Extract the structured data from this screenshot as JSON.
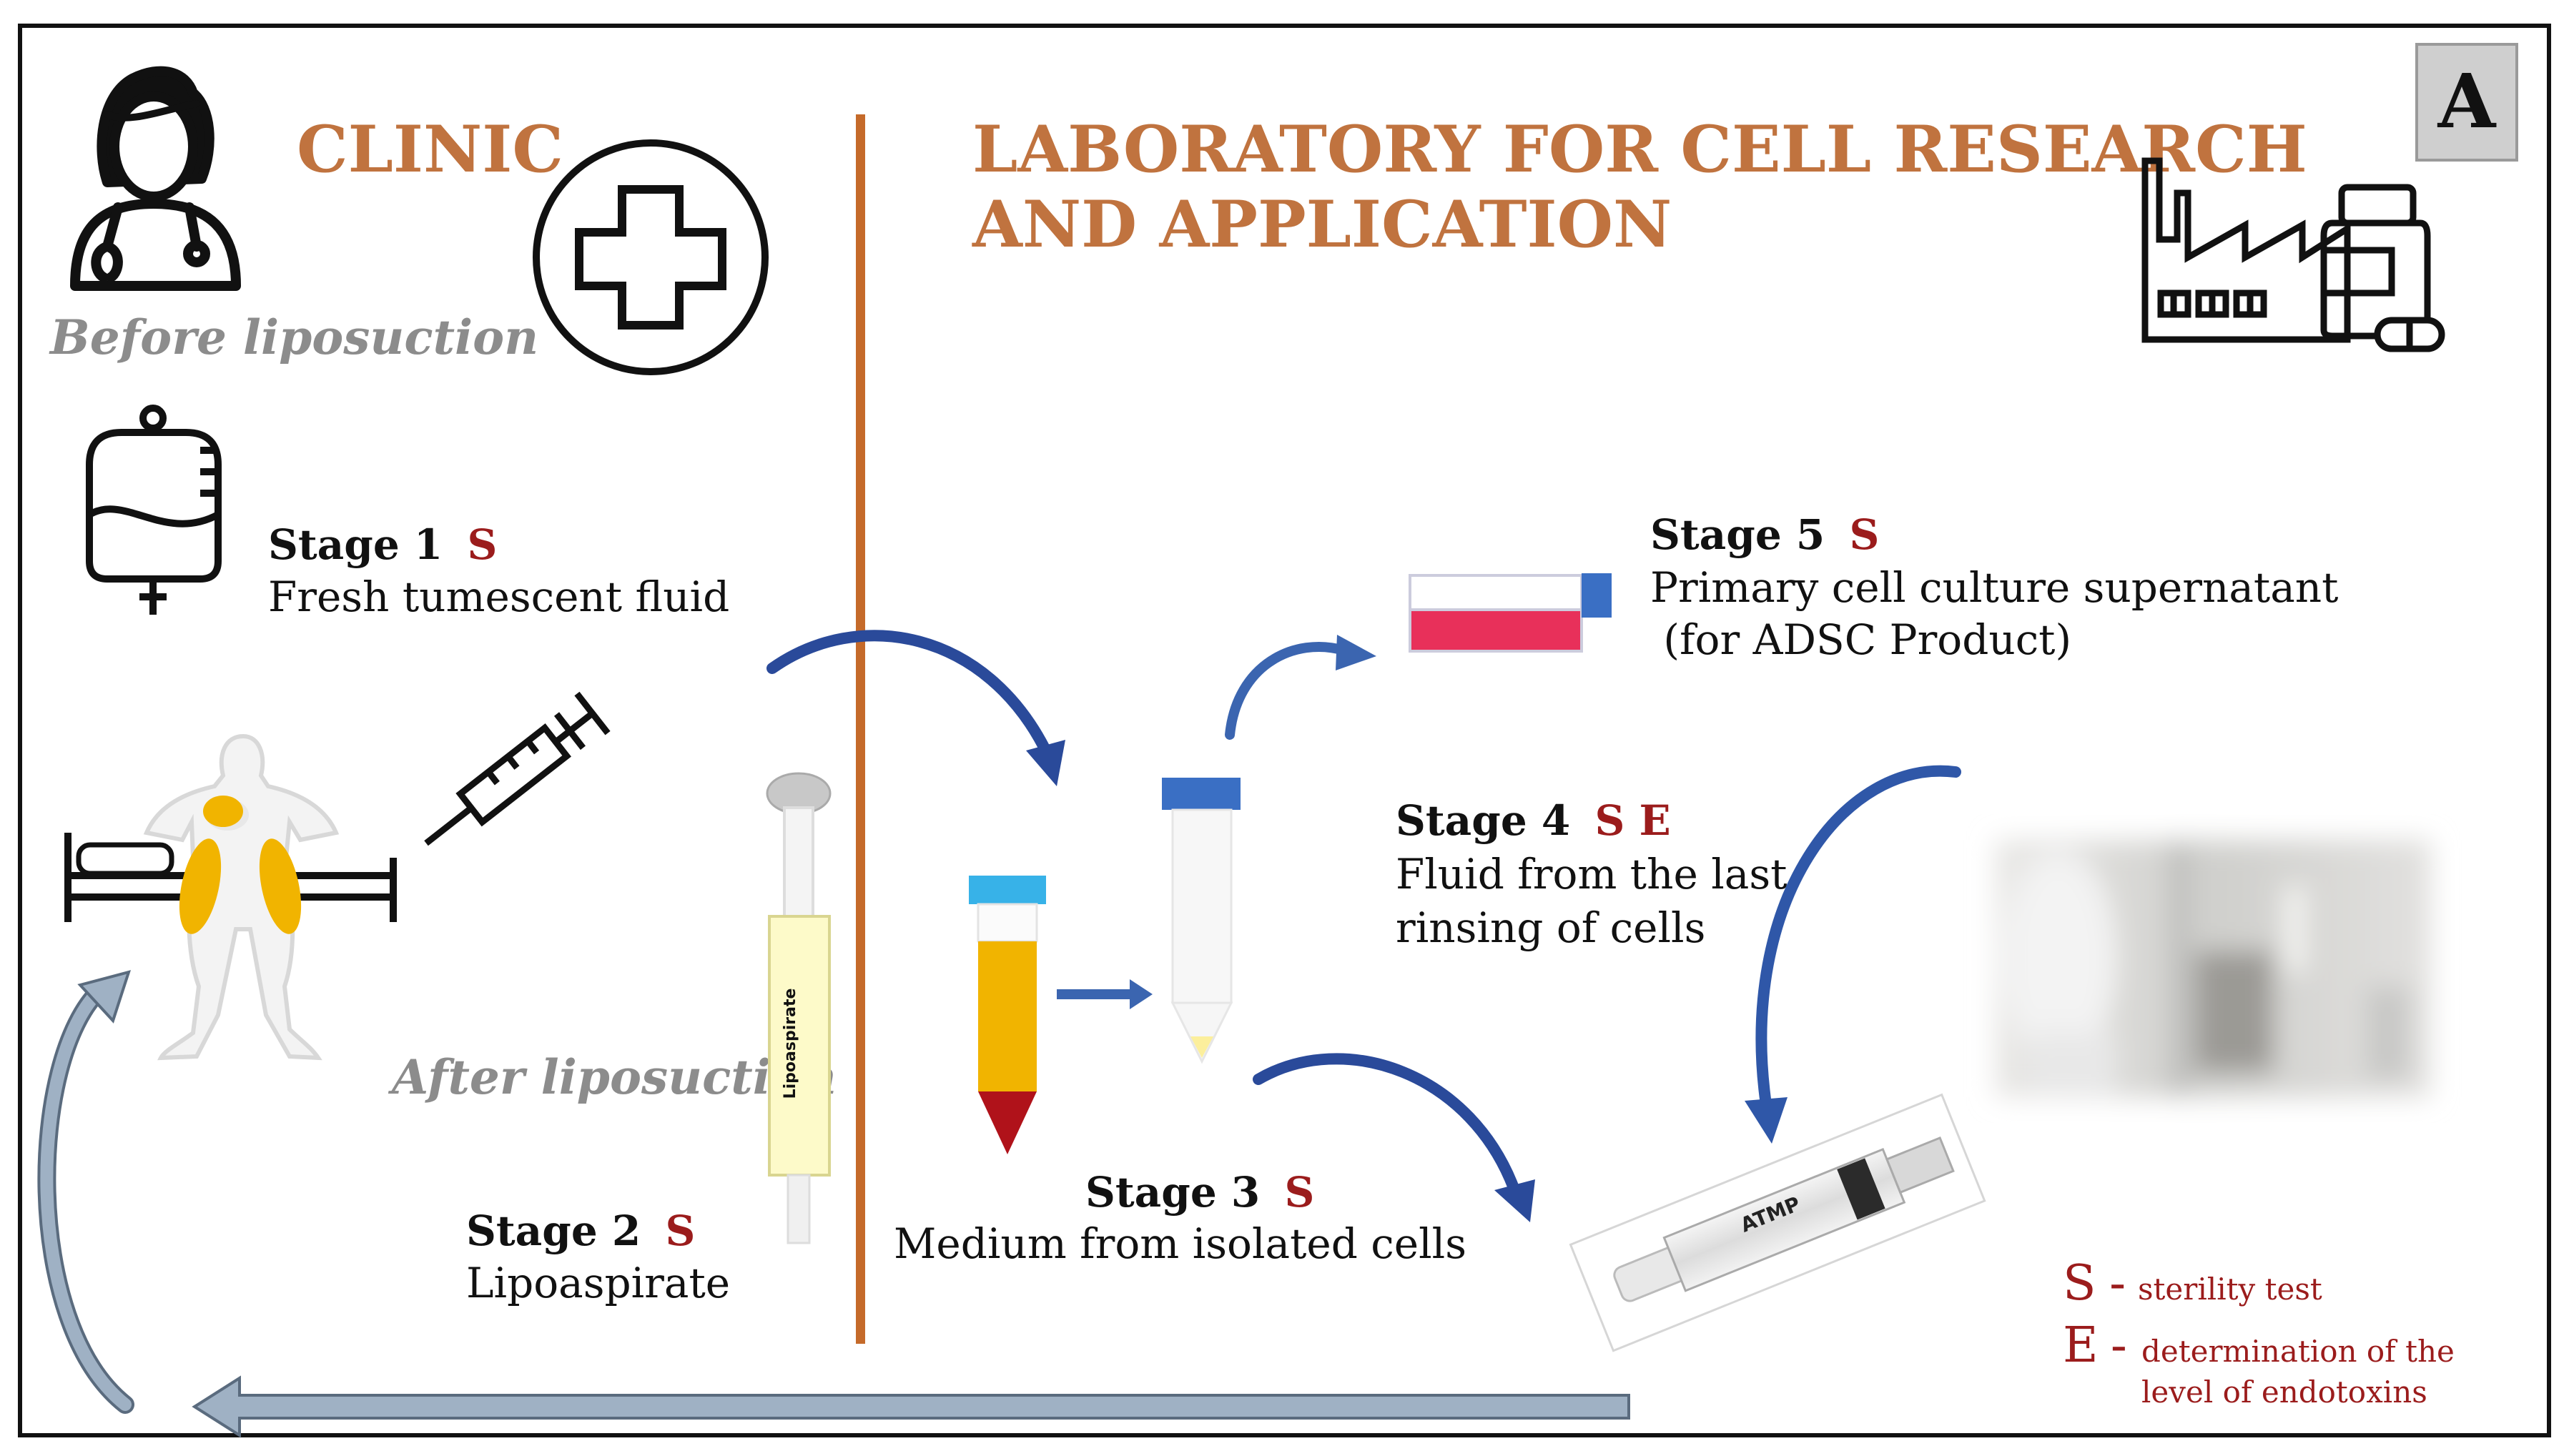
{
  "panel_label": "A",
  "clinic": {
    "title": "CLINIC",
    "before": "Before liposuction",
    "after": "After liposuction"
  },
  "lab": {
    "title_line1": "LABORATORY FOR CELL RESEARCH",
    "title_line2": "AND APPLICATION"
  },
  "stages": [
    {
      "label": "Stage 1",
      "codes": "S",
      "desc": [
        "Fresh tumescent fluid"
      ]
    },
    {
      "label": "Stage 2",
      "codes": "S",
      "desc": [
        "Lipoaspirate"
      ]
    },
    {
      "label": "Stage 3",
      "codes": "S",
      "desc": [
        "Medium from isolated cells"
      ]
    },
    {
      "label": "Stage 4",
      "codes": "S E",
      "desc": [
        "Fluid from the last",
        "rinsing of cells"
      ]
    },
    {
      "label": "Stage 5",
      "codes": "S",
      "desc": [
        "Primary cell culture supernatant",
        " (for ADSC Product)"
      ]
    }
  ],
  "syringe_label": "Lipoaspirate",
  "product_syringe_label": "ATMP",
  "legend": {
    "s_key": "S",
    "s_text": "sterility test",
    "e_key": "E",
    "e_text_line1": "determination of the",
    "e_text_line2": "level of endotoxins"
  },
  "colors": {
    "title_brown": "#c0733f",
    "divider_orange": "#c56a2a",
    "code_red": "#9b1c1c",
    "arrow_blue": "#2a4a9a",
    "arrow_grey": "#9fb1c4",
    "fat_yellow": "#f1b400",
    "blood_red": "#b0121a",
    "cap_blue": "#3a6fc4",
    "cap_light_blue": "#37b2e8",
    "flask_pink": "#e8305a"
  }
}
